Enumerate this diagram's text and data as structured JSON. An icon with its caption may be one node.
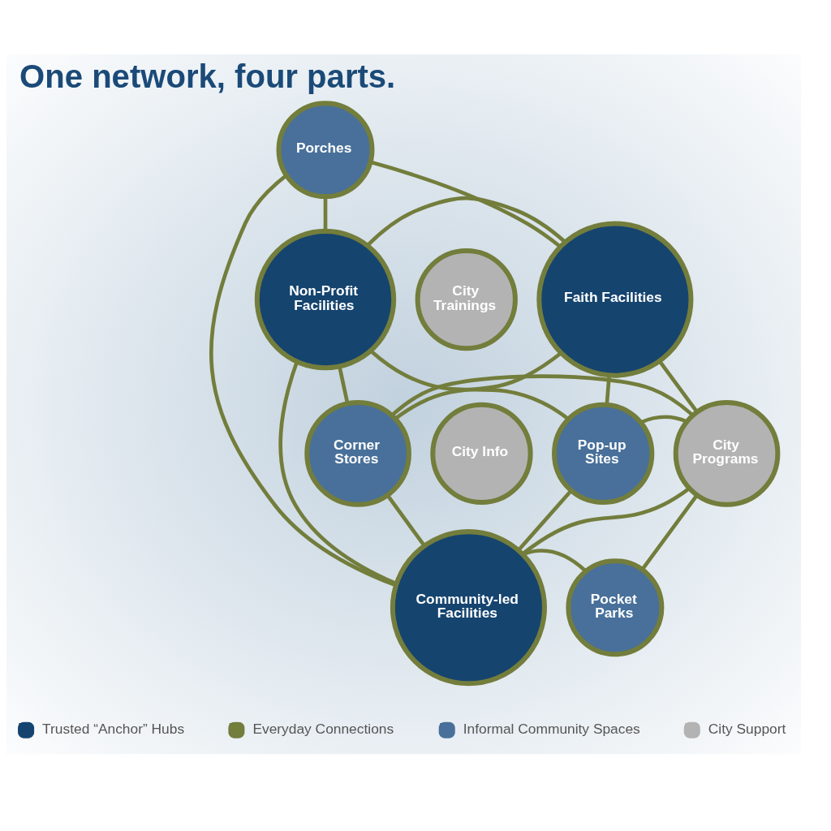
{
  "diagram": {
    "title": "One network, four parts.",
    "nodes": [
      {
        "text": [
          "Porches"
        ]
      },
      {
        "text": [
          "Non-Profit Facilities"
        ]
      },
      {
        "text": [
          "City Trainings"
        ]
      },
      {
        "text": [
          "Faith Facilities"
        ]
      },
      {
        "text": [
          "Corner Stores"
        ]
      },
      {
        "text": [
          "City Info"
        ]
      },
      {
        "text": [
          "Pop-up Sites"
        ]
      },
      {
        "text": [
          "City Programs"
        ]
      },
      {
        "text": [
          "Community-led Facilities"
        ]
      },
      {
        "text": [
          "Pocket Parks"
        ]
      }
    ],
    "edges": [
      {
        "from": 0,
        "to": 1,
        "arrow": "none"
      },
      {
        "from": 0,
        "to": 3,
        "arrow": "none"
      },
      {
        "from": 0,
        "to": 8,
        "arrow": "none"
      },
      {
        "from": 1,
        "to": 3,
        "arrow": "none"
      },
      {
        "from": 1,
        "to": 6,
        "arrow": "none"
      },
      {
        "from": 1,
        "to": 4,
        "arrow": "none"
      },
      {
        "from": 1,
        "to": 8,
        "arrow": "none"
      },
      {
        "from": 3,
        "to": 4,
        "arrow": "none"
      },
      {
        "from": 3,
        "to": 6,
        "arrow": "none"
      },
      {
        "from": 3,
        "to": 7,
        "arrow": "none"
      },
      {
        "from": 4,
        "to": 7,
        "arrow": "none"
      },
      {
        "from": 4,
        "to": 8,
        "arrow": "none"
      },
      {
        "from": 6,
        "to": 7,
        "arrow": "none"
      },
      {
        "from": 6,
        "to": 8,
        "arrow": "none"
      },
      {
        "from": 7,
        "to": 8,
        "arrow": "none"
      },
      {
        "from": 7,
        "to": 9,
        "arrow": "none"
      },
      {
        "from": 8,
        "to": 9,
        "arrow": "none"
      }
    ],
    "legend": [
      {
        "text": "Trusted “Anchor” Hubs",
        "color": "#15446f"
      },
      {
        "text": "Everyday Connections",
        "color": "#737d3c"
      },
      {
        "text": "Informal Community Spaces",
        "color": "#48709a"
      },
      {
        "text": "City Support",
        "color": "#b3b3b3"
      }
    ]
  }
}
